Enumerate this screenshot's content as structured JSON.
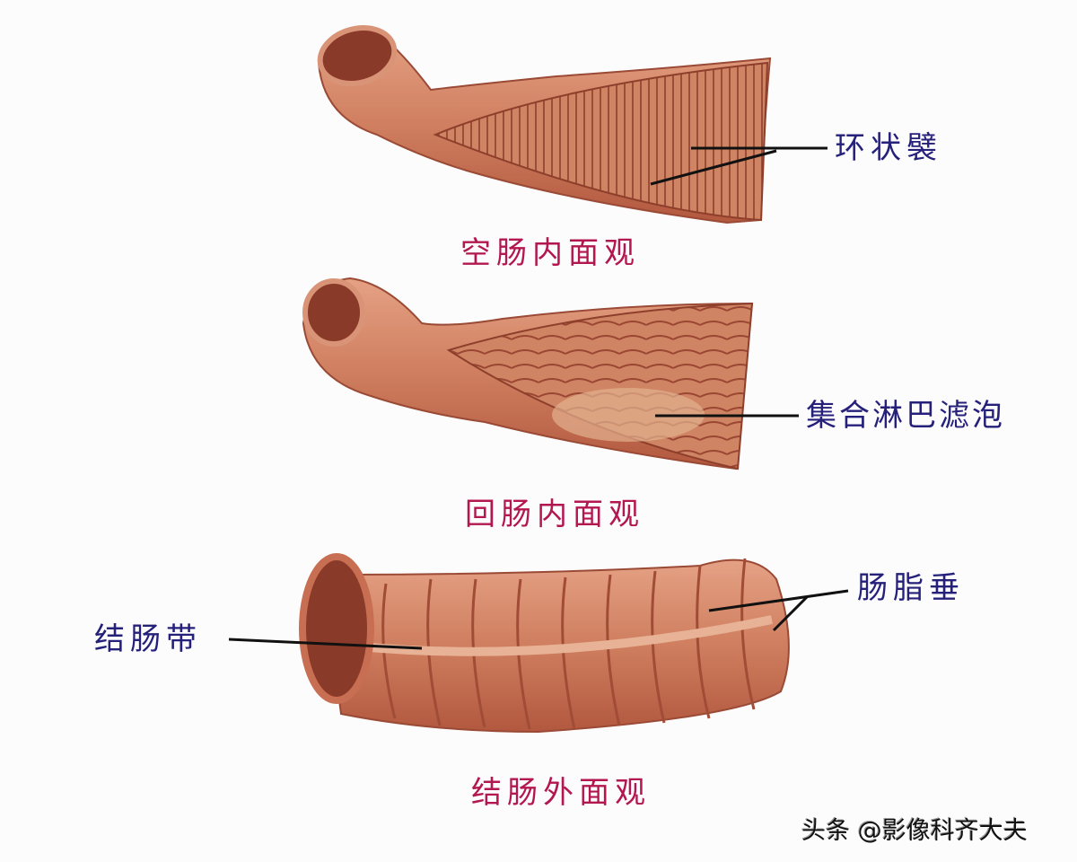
{
  "labels": {
    "circular_folds": "环状襞",
    "jejunum_caption": "空肠内面观",
    "peyers_patches": "集合淋巴滤泡",
    "ileum_caption": "回肠内面观",
    "epiploic_appendices": "肠脂垂",
    "taeniae_coli": "结肠带",
    "colon_caption": "结肠外面观"
  },
  "watermark": "头条 @影像科齐大夫",
  "colors": {
    "tissue": "#c9785a",
    "tissue_dark": "#8e3f2c",
    "label_blue": "#25207a",
    "caption_red": "#b3174f"
  }
}
